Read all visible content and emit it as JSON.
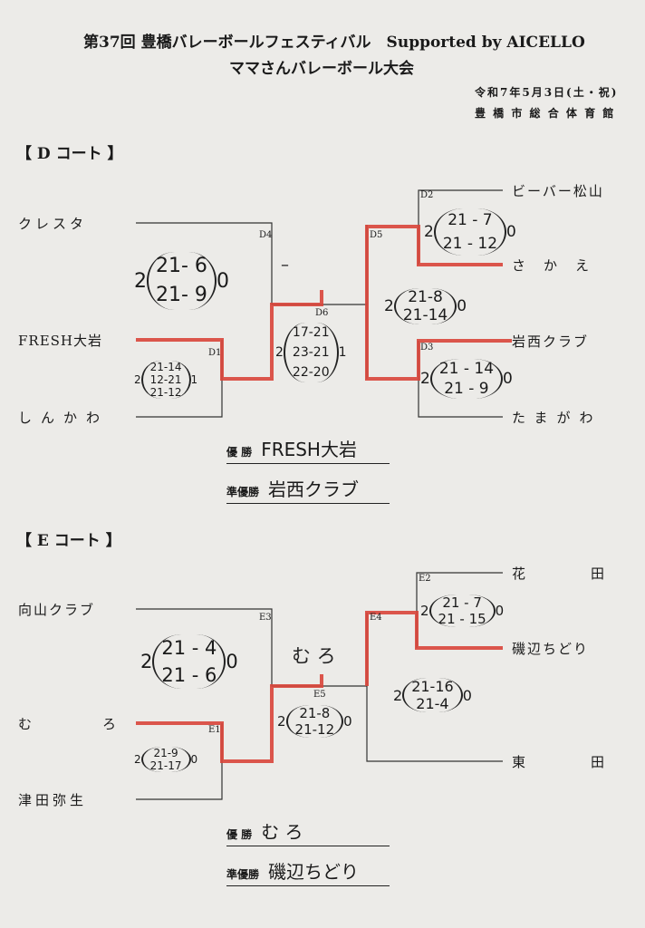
{
  "header": {
    "title": "第37回 豊橋バレーボールフェスティバル　Supported by AICELLO",
    "subtitle": "ママさんバレーボール大会",
    "date": "令和7年5月3日(土・祝)",
    "venue": "豊 橋 市 総 合 体 育 館"
  },
  "d_court": {
    "label": "【 D コート 】",
    "teams": [
      "クレスタ",
      "FRESH大岩",
      "しんかわ",
      "ビーバー松山",
      "さかえ",
      "岩西クラブ",
      "たまがわ"
    ],
    "nodes": [
      "D1",
      "D2",
      "D3",
      "D4",
      "D5",
      "D6"
    ],
    "scores": {
      "D4": {
        "left": "2",
        "sets": [
          "21- 6",
          "21- 9"
        ],
        "right": "0",
        "note": "–"
      },
      "D1": {
        "left": "2",
        "sets": [
          "21-14",
          "12-21",
          "21-12"
        ],
        "right": "1"
      },
      "D6": {
        "left": "2",
        "sets": [
          "17-21",
          "23-21",
          "22-20"
        ],
        "right": "1"
      },
      "D5": {
        "left": "2",
        "sets": [
          "21-8",
          "21-14"
        ],
        "right": "0"
      },
      "D2": {
        "left": "2",
        "sets": [
          "21 - 7",
          "21 - 12"
        ],
        "right": "0"
      },
      "D3": {
        "left": "2",
        "sets": [
          "21 - 14",
          "21 - 9"
        ],
        "right": "0"
      }
    },
    "winner_label": "優 勝",
    "winner": "FRESH大岩",
    "runner_label": "準優勝",
    "runner": "岩西クラブ"
  },
  "e_court": {
    "label": "【 E コート 】",
    "teams": [
      "向山クラブ",
      "む　　ろ",
      "津田弥生",
      "花　　田",
      "磯辺ちどり",
      "東　　田"
    ],
    "nodes": [
      "E1",
      "E2",
      "E3",
      "E4",
      "E5"
    ],
    "scores": {
      "E3": {
        "left": "2",
        "sets": [
          "21 - 4",
          "21 - 6"
        ],
        "right": "0",
        "note": "む ろ"
      },
      "E1": {
        "left": "2",
        "sets": [
          "21-9",
          "21-17"
        ],
        "right": "0"
      },
      "E5": {
        "left": "2",
        "sets": [
          "21-8",
          "21-12"
        ],
        "right": "0"
      },
      "E4": {
        "left": "2",
        "sets": [
          "21-16",
          "21-4"
        ],
        "right": "0"
      },
      "E2": {
        "left": "2",
        "sets": [
          "21 - 7",
          "21 - 15"
        ],
        "right": "0"
      }
    },
    "winner_label": "優 勝",
    "winner": "む ろ",
    "runner_label": "準優勝",
    "runner": "磯辺ちどり"
  },
  "colors": {
    "paper": "#ecebe8",
    "highlight": "#d9453a",
    "line": "#333333"
  }
}
